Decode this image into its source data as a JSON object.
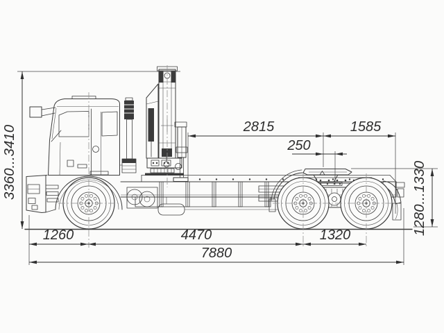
{
  "diagram": {
    "type": "technical-outline-drawing",
    "subject": "truck tractor with folded loader crane behind cab, side view with overall dimensions",
    "units": "mm",
    "colors": {
      "line": "#3c3c3c",
      "dimension": "#303030",
      "background": "#fbfbfa"
    },
    "dimensions": {
      "overall_height": {
        "label": "3360...3410",
        "orientation": "vertical-left"
      },
      "crane_to_fifth_wheel": {
        "label": "2815",
        "orientation": "horizontal-top"
      },
      "fifth_wheel_to_rear": {
        "label": "1585",
        "orientation": "horizontal-top"
      },
      "fifth_wheel_lead": {
        "label": "250",
        "orientation": "horizontal-top"
      },
      "fifth_wheel_height": {
        "label": "1280...1330",
        "orientation": "vertical-right"
      },
      "front_overhang": {
        "label": "1260",
        "orientation": "horizontal-bottom"
      },
      "wheelbase": {
        "label": "4470",
        "orientation": "horizontal-bottom"
      },
      "bogie_spread": {
        "label": "1320",
        "orientation": "horizontal-bottom"
      },
      "overall_length": {
        "label": "7880",
        "orientation": "horizontal-bottom"
      }
    }
  }
}
